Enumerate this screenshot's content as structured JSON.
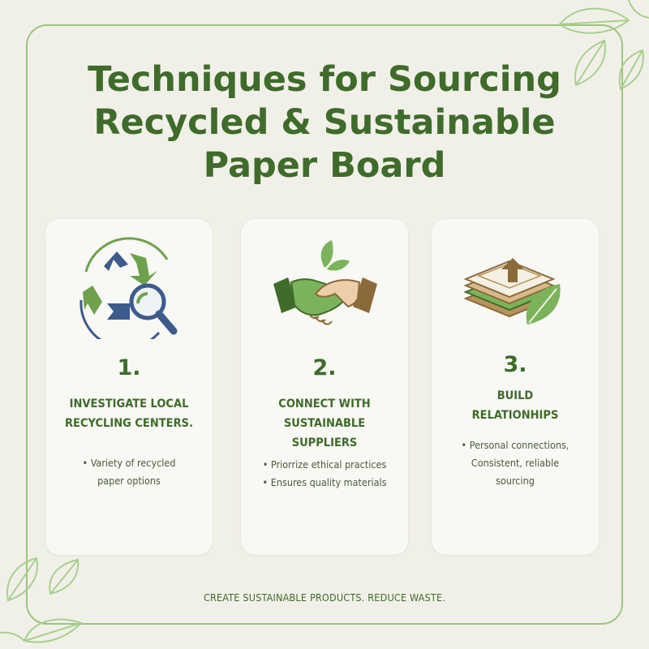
{
  "title": {
    "line1": "Techniques for Sourcing",
    "line2": "Recycled & Sustainable",
    "line3": "Paper Board"
  },
  "colors": {
    "accent_dark": "#3f6b2b",
    "accent_light": "#9cc47e",
    "background": "#f1f0e8",
    "card": "#f8f8f4",
    "blue": "#3d5a8c",
    "brown": "#8a6a3a"
  },
  "cards": [
    {
      "number": "1.",
      "icon": "recycle-magnifier-icon",
      "heading_lines": [
        "INVESTIGATE LOCAL",
        "RECYCLING CENTERS."
      ],
      "bullets": [
        "• Variety of recycled",
        "paper options"
      ]
    },
    {
      "number": "2.",
      "icon": "handshake-leaf-icon",
      "heading_lines": [
        "CONNECT WITH",
        "SUSTAINABLE",
        "SUPPLIERS"
      ],
      "bullets": [
        "• Priorrize ethical practices",
        "• Ensures quality materials"
      ]
    },
    {
      "number": "3.",
      "icon": "paper-stack-leaf-icon",
      "heading_lines": [
        "BUILD",
        "RELATIONHIPS"
      ],
      "bullets": [
        "• Personal connections,",
        "Consistent, reliable",
        "sourcing"
      ]
    }
  ],
  "footer": "CREATE SUSTAINABLE PRODUCTS. REDUCE WASTE."
}
